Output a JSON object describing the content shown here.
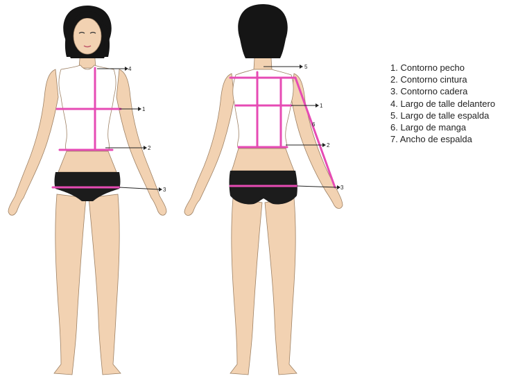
{
  "figure": {
    "legend": [
      "1. Contorno pecho",
      "2. Contorno cintura",
      "3. Contorno cadera",
      "4. Largo de talle delantero",
      "5. Largo de talle espalda",
      "6. Largo de manga",
      "7. Ancho de espalda"
    ],
    "front_labels": [
      "1",
      "2",
      "3",
      "4"
    ],
    "back_labels": [
      "1",
      "2",
      "3",
      "5",
      "6"
    ]
  },
  "colors": {
    "measure_line": "#e64bb4",
    "skin": "#f2d2b2",
    "skin_shadow": "#e4bc96",
    "hair": "#151515",
    "shirt": "#ffffff",
    "outline": "#9d8063",
    "briefs": "#1c1c1c",
    "arrow": "#222222"
  }
}
